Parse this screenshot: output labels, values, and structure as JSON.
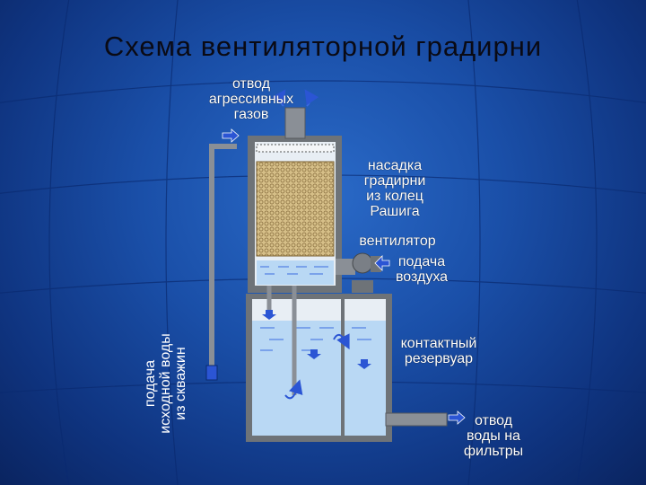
{
  "title": "Схема вентиляторной градирни",
  "labels": {
    "gas_exhaust": "отвод\nагрессивных\nгазов",
    "packing": "насадка\nградирни\nиз колец\nРашига",
    "fan": "вентилятор",
    "air_supply": "подача\nвоздуха",
    "contact_reservoir": "контактный\nрезервуар",
    "water_outlet": "отвод\nводы на\nфильтры",
    "water_inlet": "подача\nисходной воды\nиз скважин"
  },
  "colors": {
    "background": "#1a4fa8",
    "pipe": "#8a8f96",
    "water": "#b9d8f4",
    "packing": "#c8b07a",
    "arrow": "#3a6be0"
  }
}
